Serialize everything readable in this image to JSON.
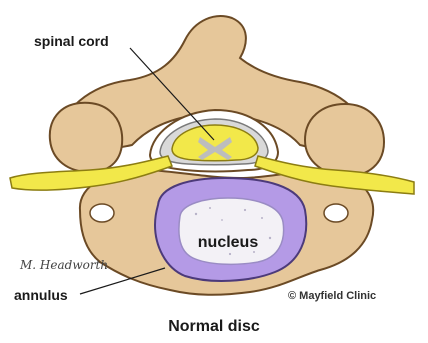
{
  "labels": {
    "spinal_cord": "spinal cord",
    "nucleus": "nucleus",
    "annulus": "annulus",
    "caption": "Normal disc",
    "credit": "© Mayfield Clinic",
    "signature": "M. Headworth"
  },
  "colors": {
    "bone": "#e6c79a",
    "bone_shadow": "#b88a52",
    "bone_outline": "#6b4a25",
    "nerve": "#f2e84a",
    "nerve_outline": "#8c7d12",
    "annulus": "#b49ae6",
    "nucleus": "#f3f1f6",
    "dura": "#d9d9d9"
  }
}
